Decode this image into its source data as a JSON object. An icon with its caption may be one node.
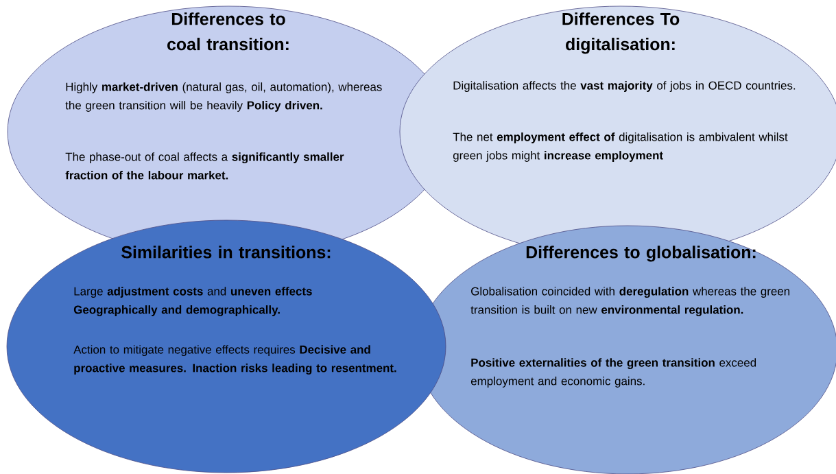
{
  "diagram": {
    "nodes": [
      {
        "text": [
          "Differences to coal transition:",
          "Highly **market-driven** (natural gas, oil, automation), whereas the green transition will be heavily **Policy driven.**",
          "The phase-out of coal affects a **significantly smaller fraction of the labour market.**"
        ]
      },
      {
        "text": [
          "Differences To digitalisation:",
          "Digitalisation affects the **vast majority** of jobs in OECD countries.",
          "The net **employment effect of** digitalisation is ambivalent whilst green jobs might **increase employment**"
        ]
      },
      {
        "text": [
          "Similarities in transitions:",
          "Large **adjustment costs** and **uneven effects Geographically and demographically.**",
          "Action to mitigate negative effects requires **Decisive and proactive measures. Inaction risks leading to resentment.**"
        ]
      },
      {
        "text": [
          "Differences to globalisation:",
          "Globalisation coincided with **deregulation** whereas the green transition is built on new **environmental regulation.**",
          "**Positive externalities of the green transition** exceed employment and economic gains."
        ]
      }
    ]
  }
}
